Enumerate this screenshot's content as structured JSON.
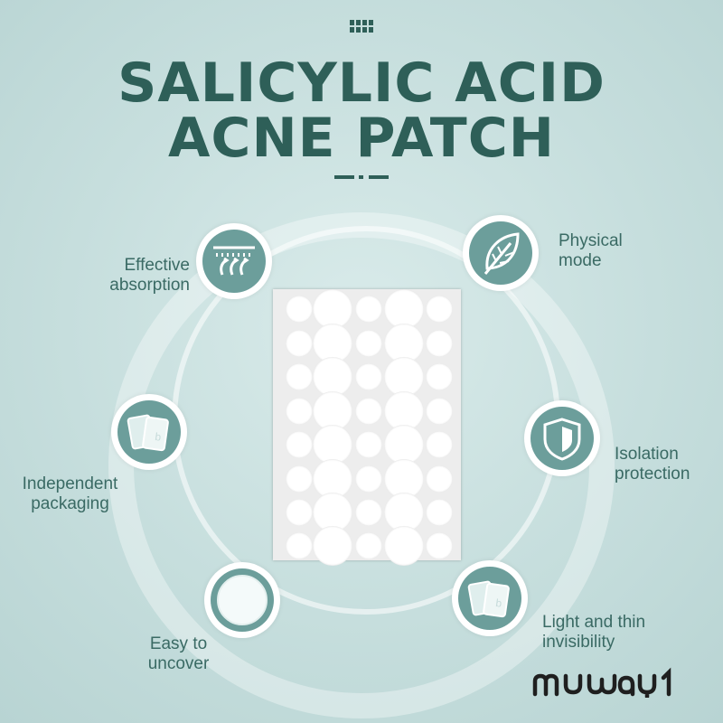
{
  "title": {
    "line1": "SALICYLIC ACID",
    "line2": "ACNE PATCH"
  },
  "features": {
    "effective": "Effective\nabsorption",
    "physical": "Physical\nmode",
    "independent": "Independent\npackaging",
    "isolation": "Isolation\nprotection",
    "easy": "Easy to\nuncover",
    "light": "Light and thin\ninvisibility"
  },
  "brand": {
    "logo_text": "mywayl"
  },
  "colors": {
    "primary": "#2e5f58",
    "badge_fill": "#6c9e9b",
    "background": "#c6dedd"
  },
  "icons": [
    "absorption-icon",
    "leaf-icon",
    "package-icon",
    "shield-icon",
    "patch-circle-icon",
    "package-icon"
  ]
}
